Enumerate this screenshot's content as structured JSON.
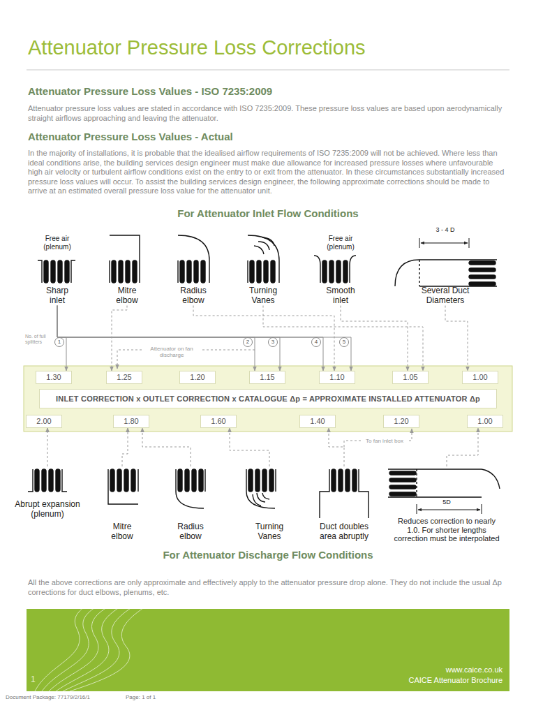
{
  "diagram": {
    "title": "Attenuator Pressure Loss Corrections",
    "nodes": [
      {
        "text": [
          "Free air (plenum)",
          "Sharp inlet"
        ]
      },
      {
        "text": [
          "Mitre elbow"
        ]
      },
      {
        "text": [
          "Radius elbow"
        ]
      },
      {
        "text": [
          "Turning Vanes"
        ]
      },
      {
        "text": [
          "Free air (plenum)",
          "Smooth inlet"
        ]
      },
      {
        "text": [
          "3 - 4 D",
          "Several Duct Diameters"
        ]
      },
      {
        "text": [
          "1.30"
        ]
      },
      {
        "text": [
          "1.25"
        ]
      },
      {
        "text": [
          "1.20"
        ]
      },
      {
        "text": [
          "1.15"
        ]
      },
      {
        "text": [
          "1.10"
        ]
      },
      {
        "text": [
          "1.05"
        ]
      },
      {
        "text": [
          "1.00"
        ]
      },
      {
        "text": [
          "INLET CORRECTION x OUTLET CORRECTION x CATALOGUE Δp = APPROXIMATE INSTALLED ATTENUATOR Δp"
        ]
      },
      {
        "text": [
          "2.00"
        ]
      },
      {
        "text": [
          "1.80"
        ]
      },
      {
        "text": [
          "1.60"
        ]
      },
      {
        "text": [
          "1.40"
        ]
      },
      {
        "text": [
          "1.20"
        ]
      },
      {
        "text": [
          "1.00"
        ]
      },
      {
        "text": [
          "Abrupt expansion (plenum)"
        ]
      },
      {
        "text": [
          "Mitre elbow"
        ]
      },
      {
        "text": [
          "Radius elbow"
        ]
      },
      {
        "text": [
          "Turning Vanes"
        ]
      },
      {
        "text": [
          "Duct doubles area abruptly"
        ]
      },
      {
        "text": [
          "5D",
          "Reduces correction to nearly 1.0. For shorter lengths correction must be interpolated"
        ]
      }
    ],
    "edges": [
      {
        "from": 0,
        "to": 6,
        "arrow": "to"
      },
      {
        "from": 0,
        "to": 9,
        "arrow": "to"
      },
      {
        "from": 0,
        "to": 9,
        "arrow": "to"
      },
      {
        "from": 0,
        "to": 10,
        "arrow": "to"
      },
      {
        "from": 0,
        "to": 10,
        "arrow": "to"
      },
      {
        "from": 1,
        "to": 7,
        "arrow": "to"
      },
      {
        "from": 2,
        "to": 10,
        "arrow": "to"
      },
      {
        "from": 3,
        "to": 11,
        "arrow": "to"
      },
      {
        "from": 4,
        "to": 11,
        "arrow": "to"
      },
      {
        "from": 5,
        "to": 12,
        "arrow": "to"
      },
      {
        "from": 20,
        "to": 14,
        "arrow": "to"
      },
      {
        "from": 21,
        "to": 15,
        "arrow": "to"
      },
      {
        "from": 22,
        "to": 15,
        "arrow": "to"
      },
      {
        "from": 23,
        "to": 16,
        "arrow": "to"
      },
      {
        "from": 24,
        "to": 17,
        "arrow": "to"
      },
      {
        "from": 25,
        "to": 19,
        "arrow": "to"
      }
    ],
    "labels": [
      "Attenuator Pressure Loss Values - ISO 7235:2009",
      "Attenuator pressure loss values are stated in accordance with ISO 7235:2009. These pressure loss values are based upon aerodynamically straight airflows approaching and leaving the attenuator.",
      "Attenuator Pressure Loss Values - Actual",
      "In the majority of installations, it is probable that the idealised airflow requirements of ISO 7235:2009 will not be achieved. Where less than ideal conditions arise, the building services design engineer must make due allowance for increased pressure losses where unfavourable high air velocity or turbulent airflow conditions exist on the entry to or exit from the attenuator. In these circumstances substantially increased pressure loss values will occur. To assist the building services design engineer, the following approximate corrections should be made to arrive at an estimated overall pressure loss value for the attenuator unit.",
      "For Attenuator Inlet Flow Conditions",
      "No. of full splitters",
      "1",
      "2",
      "3",
      "4",
      "5",
      "Attenuator on fan discharge",
      "To fan inlet box",
      "For Attenuator Discharge Flow Conditions",
      "All the above corrections are only approximate and effectively apply to the attenuator pressure drop alone. They do not include the usual Δp corrections for duct elbows, plenums, etc.",
      "www.caice.co.uk",
      "CAICE Attenuator Brochure",
      "1",
      "Document Package: 77179/2/16/1",
      "Page: 1 of 1"
    ]
  }
}
